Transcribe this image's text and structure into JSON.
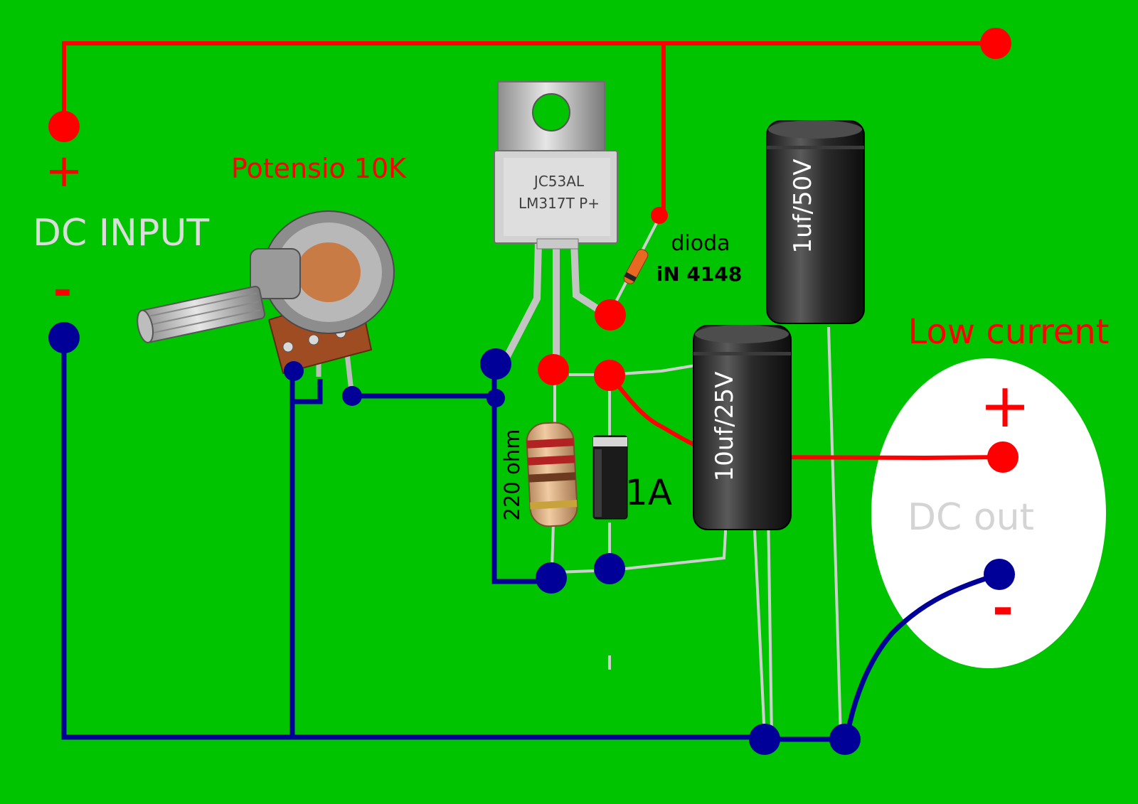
{
  "colors": {
    "background": "#00c400",
    "positive_wire": "#ff0000",
    "negative_wire": "#000099",
    "lead": "#cfcfcf",
    "panel": "#ffffff"
  },
  "labels": {
    "input_plus": "+",
    "input_title": "DC INPUT",
    "input_minus": "-",
    "pot": "Potensio 10K",
    "regulator_line1": "JC53AL",
    "regulator_line2": "LM317T P+",
    "diode_small_line1": "dioda",
    "diode_small_line2": "iN 4148",
    "resistor": "220 ohm",
    "diode_large": "1A",
    "cap_small": "1uf/50V",
    "cap_large": "10uf/25V",
    "low_current": "Low current",
    "output_plus": "+",
    "output_title": "DC out",
    "output_minus": "-"
  },
  "icons": [
    "potentiometer-icon",
    "lm317-regulator-icon",
    "diode-1n4148-icon",
    "resistor-icon",
    "rectifier-diode-icon",
    "capacitor-icon"
  ]
}
